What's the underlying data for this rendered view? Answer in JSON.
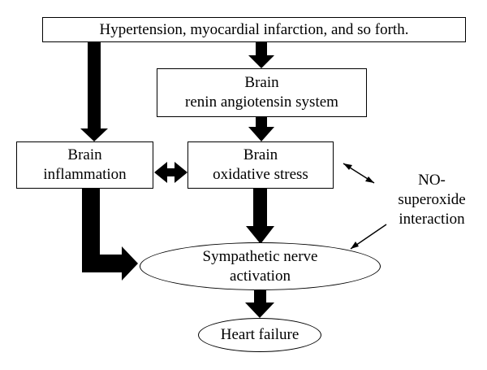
{
  "nodes": {
    "causes": {
      "line1": "Hypertension, myocardial infarction, and so forth."
    },
    "brain_ras": {
      "line1": "Brain",
      "line2": "renin angiotensin system"
    },
    "brain_inflammation": {
      "line1": "Brain",
      "line2": "inflammation"
    },
    "brain_oxidative_stress": {
      "line1": "Brain",
      "line2": "oxidative stress"
    },
    "sympathetic_activation": {
      "line1": "Sympathetic nerve",
      "line2": "activation"
    },
    "heart_failure": {
      "line1": "Heart failure"
    }
  },
  "annotation": {
    "line1": "NO-",
    "line2": "superoxide",
    "line3": "interaction"
  },
  "colors": {
    "stroke": "#000000",
    "fill": "#ffffff"
  }
}
